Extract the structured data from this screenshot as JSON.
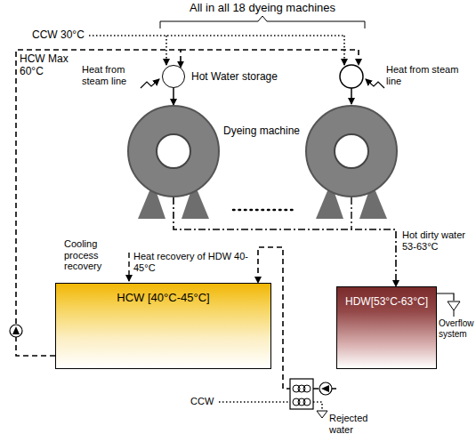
{
  "diagram": {
    "nodes": [
      {
        "text": [
          "Hot Water storage"
        ]
      },
      {
        "text": [
          "Dyeing machine"
        ]
      },
      {
        "text": [
          "HCW [40°C-45°C]"
        ]
      },
      {
        "text": [
          "HDW[53°C-63°C]"
        ]
      }
    ],
    "edges": [
      {
        "from": 0,
        "to": 1,
        "arrow": "to"
      },
      {
        "from": 2,
        "to": 0,
        "arrow": "to"
      },
      {
        "from": 1,
        "to": 3,
        "arrow": "to"
      },
      {
        "from": 3,
        "to": 2,
        "arrow": "to"
      }
    ],
    "labels": [
      "All in all 18 dyeing machines",
      "CCW 30°C",
      "HCW Max 60°C",
      "Heat from steam line",
      "Heat from steam line",
      "Cooling process recovery",
      "Heat recovery of HDW 40-45°C",
      "Hot dirty water 53-63°C",
      "Overflow system",
      "CCW",
      "Rejected water"
    ]
  }
}
